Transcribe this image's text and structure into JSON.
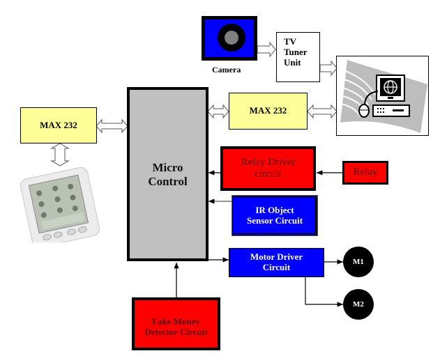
{
  "diagram": {
    "title": "",
    "blocks": {
      "micro_control": "Micro Control",
      "max232_left": "MAX 232",
      "max232_right": "MAX 232",
      "camera": "Camera",
      "tv_tuner": "TV Tuner Unit",
      "relay_driver": "Relay Driver circuit",
      "relay": "Relay",
      "ir_sensor": "IR Object Sensor Circuit",
      "motor_driver": "Motor Driver Circuit",
      "m1": "M1",
      "m2": "M2",
      "fake_money": "Fake Money Detector Circuit"
    },
    "images": {
      "pda": "pda-device-icon",
      "computer": "computer-globe-icon",
      "camera": "camera-lens-icon"
    },
    "connections": [
      {
        "from": "max232_left",
        "to": "micro_control",
        "type": "bidirectional"
      },
      {
        "from": "max232_left",
        "to": "pda",
        "type": "bidirectional"
      },
      {
        "from": "micro_control",
        "to": "max232_right",
        "type": "bidirectional"
      },
      {
        "from": "max232_right",
        "to": "computer",
        "type": "bidirectional"
      },
      {
        "from": "camera",
        "to": "tv_tuner",
        "type": "hollow-arrow"
      },
      {
        "from": "tv_tuner",
        "to": "computer",
        "type": "hollow-arrow"
      },
      {
        "from": "relay",
        "to": "relay_driver",
        "type": "arrow"
      },
      {
        "from": "relay_driver",
        "to": "micro_control",
        "type": "arrow"
      },
      {
        "from": "ir_sensor",
        "to": "micro_control",
        "type": "arrow"
      },
      {
        "from": "micro_control",
        "to": "motor_driver",
        "type": "arrow"
      },
      {
        "from": "motor_driver",
        "to": "m1",
        "type": "arrow"
      },
      {
        "from": "motor_driver",
        "to": "m2",
        "type": "arrow"
      },
      {
        "from": "fake_money",
        "to": "micro_control",
        "type": "arrow"
      }
    ],
    "colors": {
      "micro_control_fill": "#c0c0c0",
      "max232_fill": "#ffff99",
      "red_block_fill": "#ff0000",
      "blue_block_fill": "#0000ff",
      "motor_fill": "#000000"
    }
  }
}
